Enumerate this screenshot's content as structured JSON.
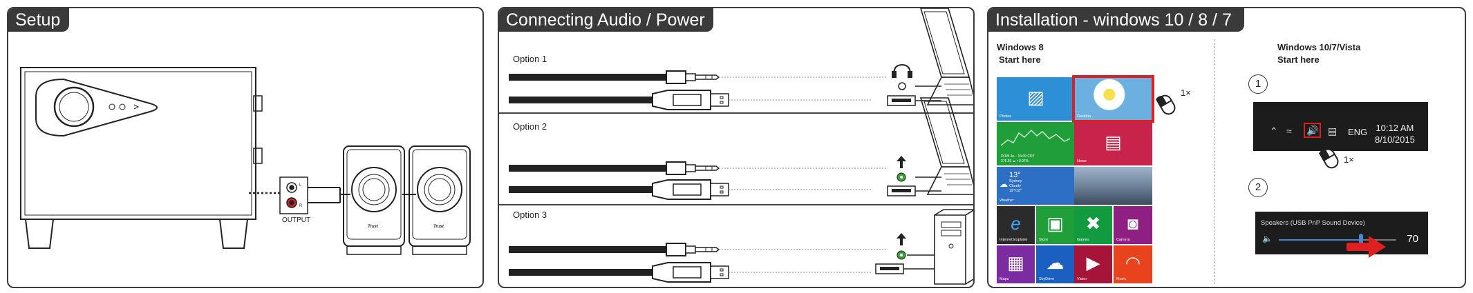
{
  "panels": {
    "setup": {
      "title": "Setup",
      "output_label": "OUTPUT",
      "left_mark": "L",
      "right_mark": "R",
      "speaker_brand": "Trust"
    },
    "connect": {
      "title": "Connecting Audio / Power",
      "options": [
        "Option 1",
        "Option 2",
        "Option 3"
      ]
    },
    "install": {
      "title": "Installation - windows  10 / 8 / 7",
      "win8": {
        "heading_line1": "Windows 8",
        "heading_line2": "Start here",
        "click_count": "1×"
      },
      "win10": {
        "heading_line1": "Windows 10/7/Vista",
        "heading_line2": "Start here",
        "step1": "1",
        "step2": "2",
        "click_count": "1×",
        "taskbar": {
          "language": "ENG",
          "time": "10:12 AM",
          "date": "8/10/2015"
        },
        "volume": {
          "device": "Speakers  (USB PnP Sound Device)",
          "value": "70",
          "level": 0.7
        }
      },
      "tiles": [
        {
          "label": "Photos",
          "color": "#2d8fd6",
          "glyph": ""
        },
        {
          "label": "Desktop",
          "color": "#5aa2d8",
          "glyph": ""
        },
        {
          "label": "",
          "color": "#1f9e3a",
          "glyph": ""
        },
        {
          "label": "News",
          "color": "#c8234a",
          "glyph": ""
        },
        {
          "label": "Weather",
          "color": "#2c6fc4",
          "glyph": ""
        },
        {
          "label": "",
          "color": "#6a7e95",
          "glyph": ""
        },
        {
          "label": "Internet Explorer",
          "color": "#2b2b2b",
          "glyph": "e"
        },
        {
          "label": "Store",
          "color": "#1f9e3a",
          "glyph": "▣"
        },
        {
          "label": "Games",
          "color": "#129a3f",
          "glyph": "✖"
        },
        {
          "label": "Camera",
          "color": "#8f1f82",
          "glyph": "◙"
        },
        {
          "label": "Maps",
          "color": "#7b2ca0",
          "glyph": "▦"
        },
        {
          "label": "SkyDrive",
          "color": "#1b5fc0",
          "glyph": "☁"
        },
        {
          "label": "Video",
          "color": "#a6143a",
          "glyph": "▶"
        },
        {
          "label": "Music",
          "color": "#e8431c",
          "glyph": "◠"
        }
      ],
      "tile_texts": {
        "finance": "DOW Jo...  15.09 CDT",
        "finance2": "376.93 ▲ +0.97%",
        "weather_temp": "13°",
        "weather_city": "Sydney",
        "weather_desc": "Cloudy",
        "weather_hilo": "19°/13°"
      },
      "colors": {
        "highlight": "#e02020",
        "arrow": "#e02020",
        "slider": "#4a86d8"
      }
    }
  }
}
